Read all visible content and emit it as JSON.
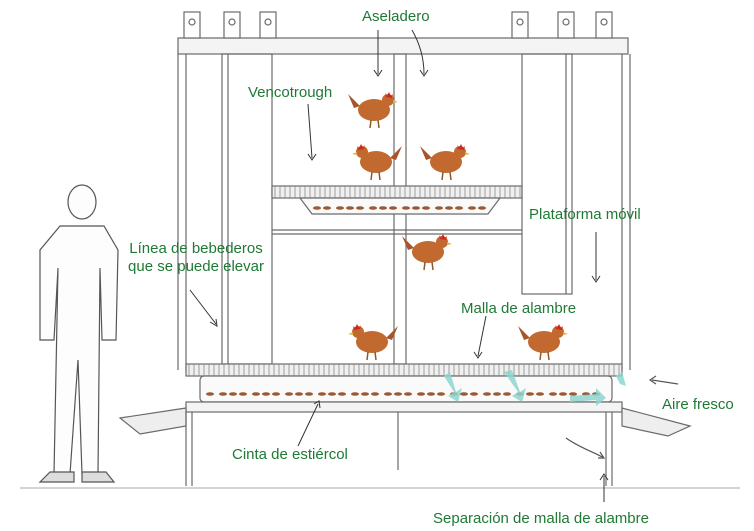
{
  "colors": {
    "label": "#1e7a34",
    "line": "#6a6a6a",
    "hen_body": "#c2692f",
    "hen_comb": "#cc2a1a",
    "manure": "#9a5a34",
    "air": "#8fd6d0"
  },
  "labels": {
    "perch": "Aseladero",
    "vencotrough": "Vencotrough",
    "platform": "Plataforma móvil",
    "drinker_line": [
      "Línea de bebederos",
      "que se puede elevar"
    ],
    "wire_mesh": "Malla de alambre",
    "fresh_air": "Aire fresco",
    "manure_belt": "Cinta de estiércol",
    "mesh_separation": "Separación de malla de alambre"
  },
  "icons": [
    "person-icon",
    "hen-icon",
    "arrow-icon",
    "airflow-icon"
  ]
}
